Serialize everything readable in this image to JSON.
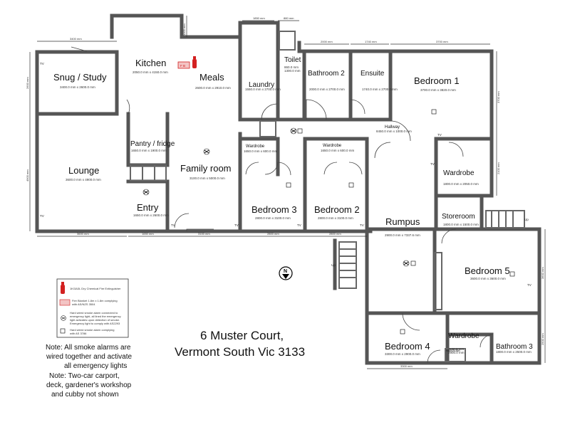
{
  "rooms": {
    "snug": {
      "name": "Snug / Study",
      "dims": "3400.0 mm x 2600.0 mm"
    },
    "kitchen": {
      "name": "Kitchen",
      "dims": "2050.0 mm x 4150.0 mm"
    },
    "meals": {
      "name": "Meals",
      "dims": "2600.0 mm x 2910.0 mm"
    },
    "laundry": {
      "name": "Laundry",
      "dims": "1550.0 mm x 2700.0 mm"
    },
    "toilet": {
      "name": "Toilet",
      "dims": "860.0 mm\n1300.0 mm"
    },
    "bathroom2": {
      "name": "Bathroom 2",
      "dims": "2000.0 mm x 2700.0 mm"
    },
    "ensuite": {
      "name": "Ensuite",
      "dims": "1740.0 mm x 2700.0 mm"
    },
    "bedroom1": {
      "name": "Bedroom 1",
      "dims": "3700.0 mm x 3820.0 mm"
    },
    "lounge": {
      "name": "Lounge",
      "dims": "3600.0 mm x 4900.0 mm"
    },
    "pantry": {
      "name": "Pantry / fridge",
      "dims": "1650.0 mm x 1900.0 mm"
    },
    "family": {
      "name": "Family room",
      "dims": "3100.0 mm x 5000.0 mm"
    },
    "entry": {
      "name": "Entry",
      "dims": "1650.0 mm x 2600.0 mm"
    },
    "wardrobe_a": {
      "name": "Wardrobe",
      "dims": "1650.0 mm x 600.0 mm"
    },
    "wardrobe_b": {
      "name": "Wardrobe",
      "dims": "1650.0 mm x 600.0 mm"
    },
    "hallway": {
      "name": "Hallway",
      "dims": "8450.0 mm x 1000.0 mm"
    },
    "bedroom3": {
      "name": "Bedroom 3",
      "dims": "2800.0 mm x 3100.0 mm"
    },
    "bedroom2": {
      "name": "Bedroom 2",
      "dims": "2800.0 mm x 3100.0 mm"
    },
    "wardrobe_c": {
      "name": "Wardrobe",
      "dims": "1800.0 mm x 2050.0 mm"
    },
    "rumpus": {
      "name": "Rumpus",
      "dims": "2900.0 mm x 7337.6 mm"
    },
    "storeroom": {
      "name": "Storeroom",
      "dims": "1800.0 mm x 1500.0 mm"
    },
    "bedroom5": {
      "name": "Bedroom 5",
      "dims": "3600.0 mm x 3600.0 mm"
    },
    "bedroom4": {
      "name": "Bedroom 4",
      "dims": "3300.0 mm x 2900.0 mm"
    },
    "wardrobe_d": {
      "name": "Wardrobe",
      "dims": "1100.0 mm\n2900.0 mm"
    },
    "bathroom3": {
      "name": "Bathroom 3",
      "dims": "1800.0 mm x 2500.0 mm"
    },
    "wardrobe_e": {
      "name": "Wardrobe",
      "dims": "600.0 mm x 1400.0 mm"
    }
  },
  "dimensions": {
    "top_snug": "3400 mm",
    "top_laundry": "1850 mm",
    "top_toilet": "880 mm",
    "top_bath2": "2000 mm",
    "top_ensuite": "1740 mm",
    "top_bed1": "3700 mm",
    "bottom_lounge": "3600 mm",
    "bottom_entry": "1650 mm",
    "bottom_family": "3100 mm",
    "bottom_bed3": "2800 mm",
    "bottom_bed2": "2800 mm",
    "bottom_bed4": "3300 mm",
    "left_snug": "2600 mm",
    "left_lounge": "4900 mm",
    "right_bed1": "3700 mm",
    "right_ward": "2100 mm",
    "right_bed5": "3600 mm",
    "right_bath3": "2500 mm",
    "kitchen_side": "1000 mm"
  },
  "labels": {
    "fb": "F B",
    "up": "Up",
    "tv": "TV",
    "north": "N"
  },
  "legend": {
    "extinguisher": "1K/3A3L  Dry Chemical Fire Extinguisher",
    "blanket": "Fire Blanket 1.8m x 1.8m complying with AS/NZS 3504",
    "exit_light": "Hard wired smoke alarm connected to emergency light, all lined the emergency light activates upon detection of smoke. Emergency light to comply with AS2293",
    "smoke_alarm": "Hard wired smoke alarm complying with AS 3786"
  },
  "address": {
    "line1": "6 Muster Court,",
    "line2": "Vermont South Vic 3133"
  },
  "notes": {
    "line1": "Note: All smoke alarms are",
    "line2": "wired together and activate",
    "line3": "all emergency lights",
    "line4": "Note: Two-car carport,",
    "line5": "deck, gardener's workshop",
    "line6": "and cubby not shown"
  },
  "colors": {
    "wall": "#555555",
    "fire_red": "#d32020"
  }
}
